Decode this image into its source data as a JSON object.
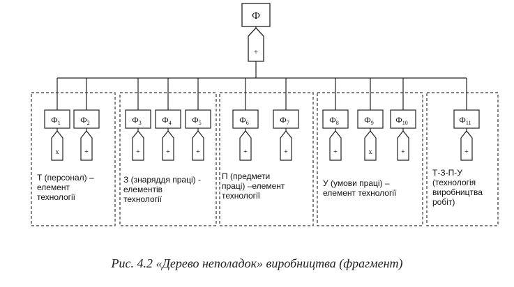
{
  "top_node": {
    "label": "Ф",
    "sign": "+"
  },
  "groups": [
    {
      "description": "Т (персонал) –\nелемент\nтехнології",
      "nodes": [
        {
          "base": "Ф",
          "sub": "1",
          "sign": "x"
        },
        {
          "base": "Ф",
          "sub": "2",
          "sign": "+"
        }
      ]
    },
    {
      "description": "З (знаряддя праці) -\nелементів\nтехнології",
      "nodes": [
        {
          "base": "Ф",
          "sub": "3",
          "sign": "+"
        },
        {
          "base": "Ф",
          "sub": "4",
          "sign": "+"
        },
        {
          "base": "Ф",
          "sub": "5",
          "sign": "+"
        }
      ]
    },
    {
      "description": "П (предмети\nпраці) –елемент\nтехнології",
      "nodes": [
        {
          "base": "Ф",
          "sub": "6",
          "sign": "+"
        },
        {
          "base": "Ф",
          "sub": "7",
          "sign": "+"
        }
      ]
    },
    {
      "description": "У (умови праці) –\nелемент технології",
      "nodes": [
        {
          "base": "Ф",
          "sub": "8",
          "sign": "+"
        },
        {
          "base": "Ф",
          "sub": "9",
          "sign": "x"
        },
        {
          "base": "Ф",
          "sub": "10",
          "sign": "+"
        }
      ]
    },
    {
      "description": "Т-З-П-У\n(технологія\nвиробництва\nробіт)",
      "nodes": [
        {
          "base": "Ф",
          "sub": "11",
          "sign": "+"
        }
      ]
    }
  ],
  "caption": "Рис. 4.2 «Дерево неполадок» виробництва (фрагмент)"
}
